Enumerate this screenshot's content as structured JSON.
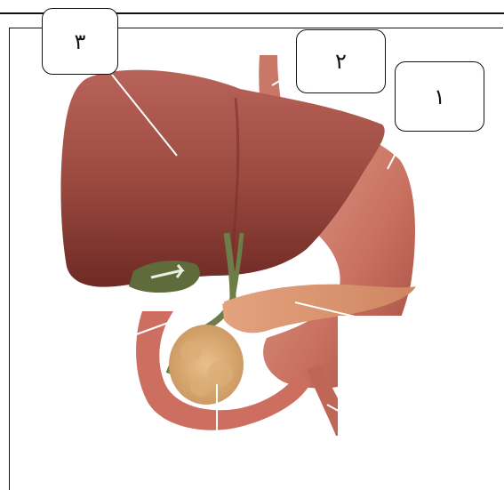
{
  "diagram": {
    "labels": [
      {
        "id": "box3",
        "text": "٣"
      },
      {
        "id": "box2",
        "text": "٢"
      },
      {
        "id": "box1",
        "text": "١"
      }
    ]
  },
  "colors": {
    "liver": "#8e3b33",
    "liver_highlight": "#b85a4e",
    "stomach": "#c86a5c",
    "pancreas": "#d98a6c",
    "gallbladder": "#5f6b3a",
    "bile_duct": "#6c7d48",
    "leader_line": "#ffffff"
  }
}
